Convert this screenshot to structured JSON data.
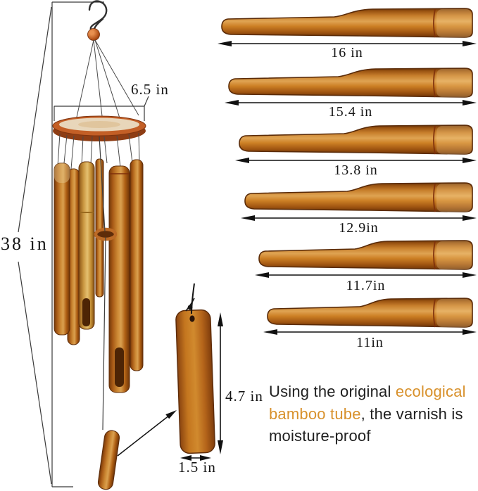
{
  "figure": {
    "overall_height_label": "38 in",
    "top_disc_width_label": "6.5 in",
    "sail_height_label": "4.7 in",
    "sail_width_label": "1.5 in"
  },
  "tubes": [
    {
      "label": "16 in",
      "value": 16
    },
    {
      "label": "15.4 in",
      "value": 15.4
    },
    {
      "label": "13.8 in",
      "value": 13.8
    },
    {
      "label": "12.9in",
      "value": 12.9
    },
    {
      "label": "11.7in",
      "value": 11.7
    },
    {
      "label": "11in",
      "value": 11
    }
  ],
  "caption": {
    "lines": [
      [
        {
          "text": "Using the original ",
          "highlight": false
        },
        {
          "text": "ecological",
          "highlight": true
        }
      ],
      [
        {
          "text": "bamboo tube",
          "highlight": true
        },
        {
          "text": ", the varnish is",
          "highlight": false
        }
      ],
      [
        {
          "text": "moisture-proof",
          "highlight": false
        }
      ]
    ],
    "highlight_color": "#d8912c",
    "text_color": "#1f1f1f"
  },
  "colors": {
    "dimension_line": "#3a3a3a",
    "wood_main": "#c87f2c",
    "wood_light": "#e0b565",
    "wood_dark": "#6e3306"
  }
}
